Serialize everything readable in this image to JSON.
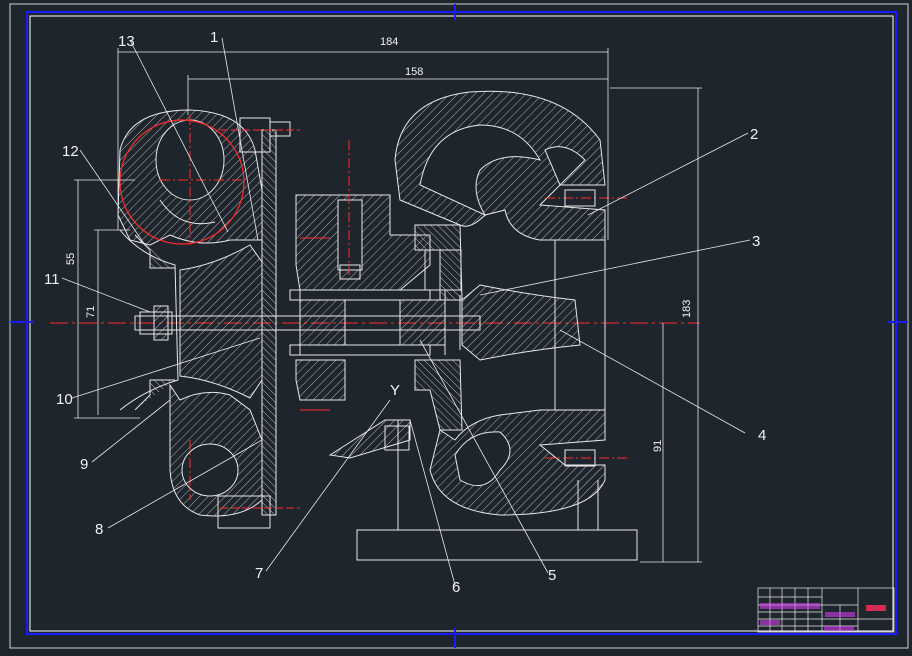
{
  "dimensions": {
    "overall_width": "184",
    "inner_width": "158",
    "overall_height": "183",
    "base_height": "91",
    "left_55": "55",
    "left_71": "71"
  },
  "section_mark": "Y",
  "parts": [
    {
      "id": "p1",
      "num": "1"
    },
    {
      "id": "p2",
      "num": "2"
    },
    {
      "id": "p3",
      "num": "3"
    },
    {
      "id": "p4",
      "num": "4"
    },
    {
      "id": "p5",
      "num": "5"
    },
    {
      "id": "p6",
      "num": "6"
    },
    {
      "id": "p7",
      "num": "7"
    },
    {
      "id": "p8",
      "num": "8"
    },
    {
      "id": "p9",
      "num": "9"
    },
    {
      "id": "p10",
      "num": "10"
    },
    {
      "id": "p11",
      "num": "11"
    },
    {
      "id": "p12",
      "num": "12"
    },
    {
      "id": "p13",
      "num": "13"
    }
  ],
  "colors": {
    "background": "#1f252d",
    "frame_outer": "#cfd3d8",
    "frame_inner": "#1a1aff",
    "line": "#e8e8e8",
    "centerline": "#ff2a2a",
    "title_red": "#ff2f5a",
    "title_magenta": "#e040ff"
  }
}
